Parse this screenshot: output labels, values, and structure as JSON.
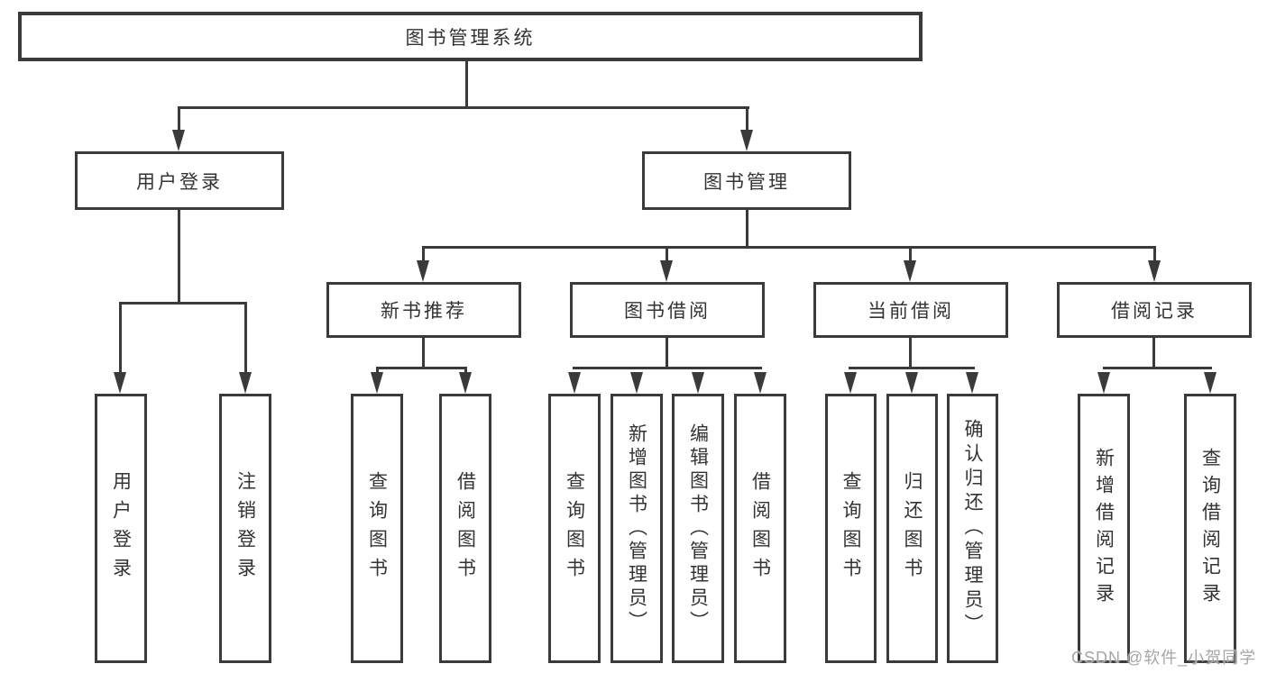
{
  "title": {
    "label": "图书管理系统"
  },
  "level2": {
    "user_login": {
      "label": "用户登录"
    },
    "book_mgmt": {
      "label": "图书管理"
    }
  },
  "level3": {
    "new_books": {
      "label": "新书推荐"
    },
    "book_borrow": {
      "label": "图书借阅"
    },
    "current_borrow": {
      "label": "当前借阅"
    },
    "borrow_records": {
      "label": "借阅记录"
    }
  },
  "leaves": {
    "login": [
      {
        "label": "用户登录"
      },
      {
        "label": "注销登录"
      }
    ],
    "new_books": [
      {
        "label": "查询图书"
      },
      {
        "label": "借阅图书"
      }
    ],
    "book_borrow": [
      {
        "label": "查询图书"
      },
      {
        "label": "新增图书（管理员）"
      },
      {
        "label": "编辑图书（管理员）"
      },
      {
        "label": "借阅图书"
      }
    ],
    "current_borrow": [
      {
        "label": "查询图书"
      },
      {
        "label": "归还图书"
      },
      {
        "label": "确认归还（管理员）"
      }
    ],
    "borrow_records": [
      {
        "label": "新增借阅记录"
      },
      {
        "label": "查询借阅记录"
      }
    ]
  },
  "watermark": {
    "text": "CSDN @软件_小贺同学"
  },
  "colors": {
    "line": "#3a3a3a",
    "text": "#333333",
    "watermark": "#a6a6a6",
    "background": "#ffffff"
  }
}
